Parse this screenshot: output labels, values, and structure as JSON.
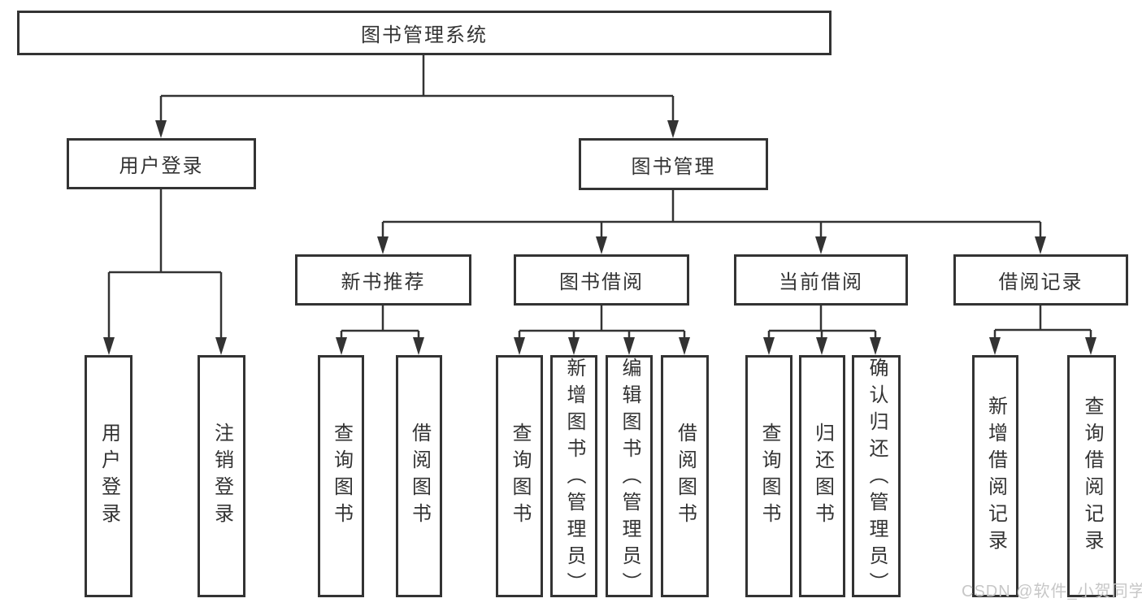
{
  "diagram_title": "图书管理系统",
  "tree": {
    "root": {
      "label": "图书管理系统",
      "children": [
        {
          "label": "用户登录",
          "children": [
            {
              "label": "用户登录"
            },
            {
              "label": "注销登录"
            }
          ]
        },
        {
          "label": "图书管理",
          "children": [
            {
              "label": "新书推荐",
              "children": [
                {
                  "label": "查询图书"
                },
                {
                  "label": "借阅图书"
                }
              ]
            },
            {
              "label": "图书借阅",
              "children": [
                {
                  "label": "查询图书"
                },
                {
                  "label": "新增图书（管理员）"
                },
                {
                  "label": "编辑图书（管理员）"
                },
                {
                  "label": "借阅图书"
                }
              ]
            },
            {
              "label": "当前借阅",
              "children": [
                {
                  "label": "查询图书"
                },
                {
                  "label": "归还图书"
                },
                {
                  "label": "确认归还（管理员）"
                }
              ]
            },
            {
              "label": "借阅记录",
              "children": [
                {
                  "label": "新增借阅记录"
                },
                {
                  "label": "查询借阅记录"
                }
              ]
            }
          ]
        }
      ]
    }
  },
  "watermark": {
    "text": "CSDN @软件_小贺同学"
  },
  "colors": {
    "line": "#333333",
    "box_background": "#ffffff",
    "text": "#333333",
    "watermark": "#c7c7c7",
    "page_background": "#ffffff"
  }
}
